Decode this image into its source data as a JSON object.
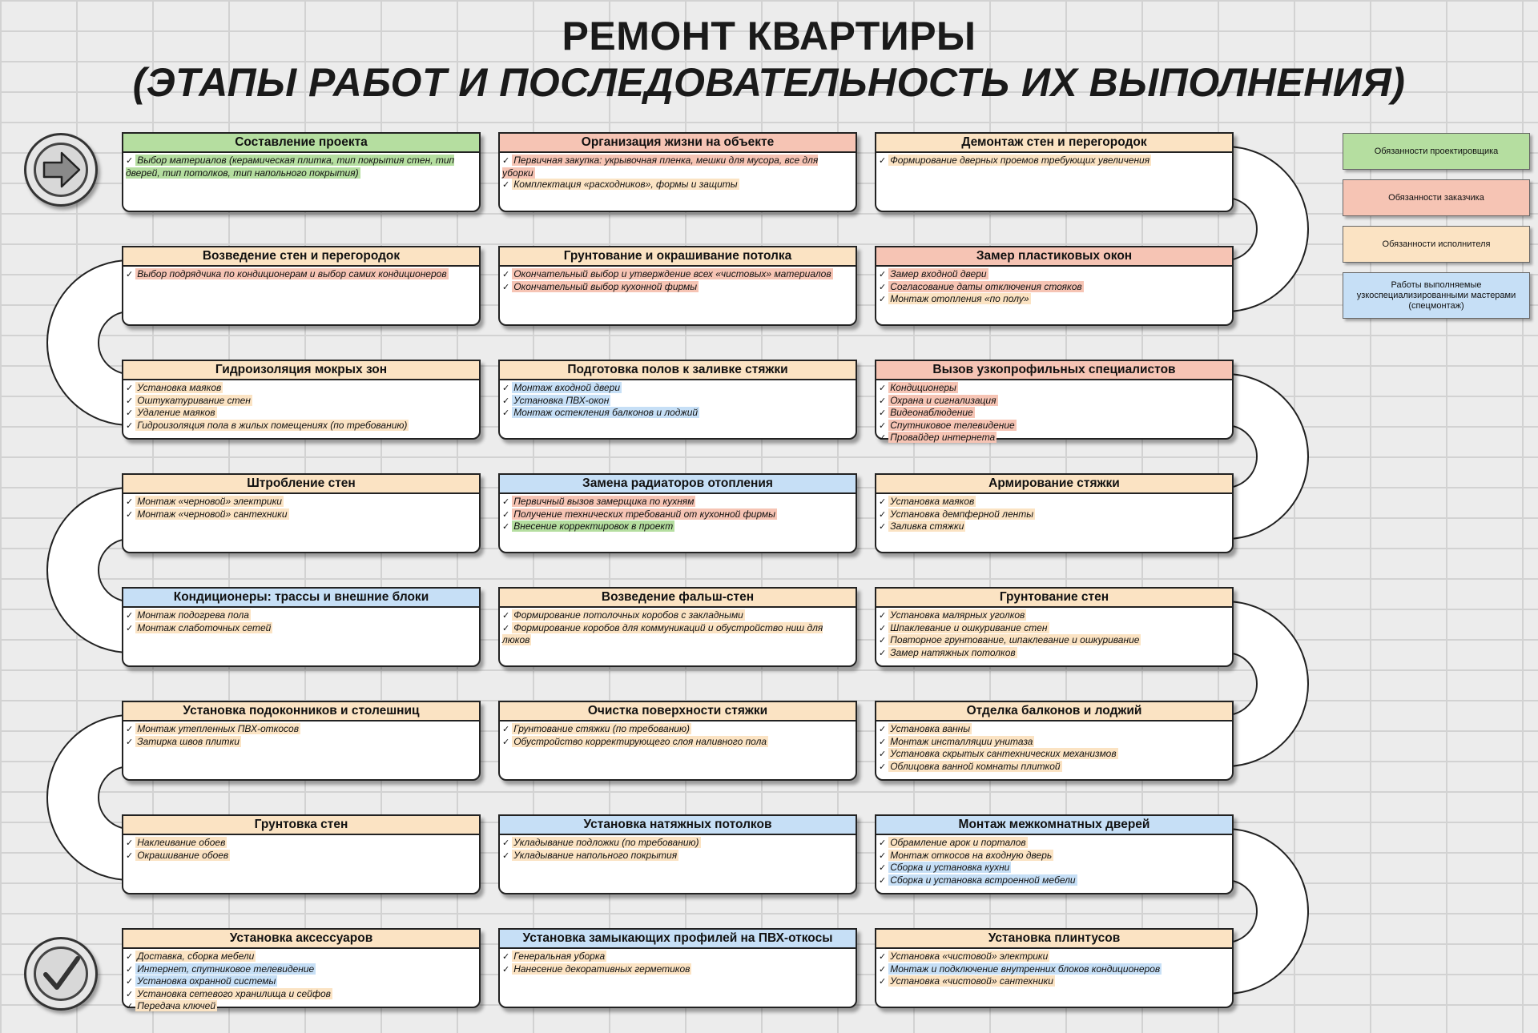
{
  "title": {
    "line1": "РЕМОНТ КВАРТИРЫ",
    "line2": "(ЭТАПЫ РАБОТ И ПОСЛЕДОВАТЕЛЬНОСТЬ ИХ ВЫПОЛНЕНИЯ)"
  },
  "colors": {
    "designer": "#b5dea0",
    "customer": "#f6c4b4",
    "contractor": "#fbe3c3",
    "specialist": "#c6dff6"
  },
  "legend": [
    {
      "text": "Обязанности проектировщика",
      "role": "designer"
    },
    {
      "text": "Обязанности заказчика",
      "role": "customer"
    },
    {
      "text": "Обязанности исполнителя",
      "role": "contractor"
    },
    {
      "text": "Работы выполняемые узкоспециализированными мастерами (спецмонтаж)",
      "role": "specialist"
    }
  ],
  "stages": [
    {
      "title": "Составление проекта",
      "role": "designer",
      "items": [
        {
          "text": "Выбор материалов (керамическая плитка, тип покрытия стен, тип дверей, тип потолков, тип напольного покрытия)",
          "role": "designer"
        }
      ]
    },
    {
      "title": "Организация жизни на объекте",
      "role": "customer",
      "items": [
        {
          "text": "Первичная закупка: укрывочная пленка, мешки для мусора, все для уборки",
          "role": "customer"
        },
        {
          "text": "Комплектация «расходников», формы и защиты",
          "role": "contractor"
        }
      ]
    },
    {
      "title": "Демонтаж стен и перегородок",
      "role": "contractor",
      "items": [
        {
          "text": "Формирование дверных проемов требующих увеличения",
          "role": "contractor"
        }
      ]
    },
    {
      "title": "Замер пластиковых окон",
      "role": "customer",
      "items": [
        {
          "text": "Замер входной двери",
          "role": "customer"
        },
        {
          "text": "Согласование даты отключения стояков",
          "role": "customer"
        },
        {
          "text": "Монтаж отопления «по полу»",
          "role": "contractor"
        }
      ]
    },
    {
      "title": "Грунтование и окрашивание потолка",
      "role": "contractor",
      "items": [
        {
          "text": "Окончательный выбор и утверждение всех «чистовых» материалов",
          "role": "customer"
        },
        {
          "text": "Окончательный выбор кухонной фирмы",
          "role": "customer"
        }
      ]
    },
    {
      "title": "Возведение стен и перегородок",
      "role": "contractor",
      "items": [
        {
          "text": "Выбор подрядчика по кондиционерам и выбор самих кондиционеров",
          "role": "customer"
        }
      ]
    },
    {
      "title": "Гидроизоляция мокрых зон",
      "role": "contractor",
      "items": [
        {
          "text": "Установка маяков",
          "role": "contractor"
        },
        {
          "text": "Оштукатуривание стен",
          "role": "contractor"
        },
        {
          "text": "Удаление маяков",
          "role": "contractor"
        },
        {
          "text": "Гидроизоляция пола в жилых помещениях (по требованию)",
          "role": "contractor"
        }
      ]
    },
    {
      "title": "Подготовка полов к заливке стяжки",
      "role": "contractor",
      "items": [
        {
          "text": "Монтаж входной двери",
          "role": "specialist"
        },
        {
          "text": "Установка ПВХ-окон",
          "role": "specialist"
        },
        {
          "text": "Монтаж остекления балконов и лоджий",
          "role": "specialist"
        }
      ]
    },
    {
      "title": "Вызов узкопрофильных специалистов",
      "role": "customer",
      "items": [
        {
          "text": "Кондиционеры",
          "role": "customer"
        },
        {
          "text": "Охрана и сигнализация",
          "role": "customer"
        },
        {
          "text": "Видеонаблюдение",
          "role": "customer"
        },
        {
          "text": "Спутниковое телевидение",
          "role": "customer"
        },
        {
          "text": "Провайдер интернета",
          "role": "customer"
        }
      ]
    },
    {
      "title": "Армирование стяжки",
      "role": "contractor",
      "items": [
        {
          "text": "Установка маяков",
          "role": "contractor"
        },
        {
          "text": "Установка демпферной ленты",
          "role": "contractor"
        },
        {
          "text": "Заливка стяжки",
          "role": "contractor"
        }
      ]
    },
    {
      "title": "Замена радиаторов отопления",
      "role": "specialist",
      "items": [
        {
          "text": "Первичный вызов замерщика по кухням",
          "role": "customer"
        },
        {
          "text": "Получение технических требований от кухонной фирмы",
          "role": "customer"
        },
        {
          "text": "Внесение корректировок в проект",
          "role": "designer"
        }
      ]
    },
    {
      "title": "Штробление стен",
      "role": "contractor",
      "items": [
        {
          "text": "Монтаж «черновой» электрики",
          "role": "contractor"
        },
        {
          "text": "Монтаж «черновой» сантехники",
          "role": "contractor"
        }
      ]
    },
    {
      "title": "Кондиционеры: трассы и внешние блоки",
      "role": "specialist",
      "items": [
        {
          "text": "Монтаж подогрева пола",
          "role": "contractor"
        },
        {
          "text": "Монтаж слаботочных сетей",
          "role": "contractor"
        }
      ]
    },
    {
      "title": "Возведение фальш-стен",
      "role": "contractor",
      "items": [
        {
          "text": "Формирование потолочных коробов с закладными",
          "role": "contractor"
        },
        {
          "text": "Формирование коробов для коммуникаций и обустройство ниш для люков",
          "role": "contractor"
        }
      ]
    },
    {
      "title": "Грунтование стен",
      "role": "contractor",
      "items": [
        {
          "text": "Установка малярных уголков",
          "role": "contractor"
        },
        {
          "text": "Шпаклевание и ошкуривание стен",
          "role": "contractor"
        },
        {
          "text": "Повторное грунтование, шпаклевание и ошкуривание",
          "role": "contractor"
        },
        {
          "text": "Замер натяжных потолков",
          "role": "contractor"
        }
      ]
    },
    {
      "title": "Отделка балконов и лоджий",
      "role": "contractor",
      "items": [
        {
          "text": "Установка ванны",
          "role": "contractor"
        },
        {
          "text": "Монтаж инсталляции унитаза",
          "role": "contractor"
        },
        {
          "text": "Установка скрытых сантехнических механизмов",
          "role": "contractor"
        },
        {
          "text": "Облицовка ванной комнаты плиткой",
          "role": "contractor"
        }
      ]
    },
    {
      "title": "Очистка поверхности стяжки",
      "role": "contractor",
      "items": [
        {
          "text": "Грунтование стяжки (по требованию)",
          "role": "contractor"
        },
        {
          "text": "Обустройство корректирующего слоя наливного пола",
          "role": "contractor"
        }
      ]
    },
    {
      "title": "Установка подоконников и столешниц",
      "role": "contractor",
      "items": [
        {
          "text": "Монтаж утепленных ПВХ-откосов",
          "role": "contractor"
        },
        {
          "text": "Затирка швов плитки",
          "role": "contractor"
        }
      ]
    },
    {
      "title": "Грунтовка стен",
      "role": "contractor",
      "items": [
        {
          "text": "Наклеивание обоев",
          "role": "contractor"
        },
        {
          "text": "Окрашивание обоев",
          "role": "contractor"
        }
      ]
    },
    {
      "title": "Установка натяжных потолков",
      "role": "specialist",
      "items": [
        {
          "text": "Укладывание подложки (по требованию)",
          "role": "contractor"
        },
        {
          "text": "Укладывание напольного покрытия",
          "role": "contractor"
        }
      ]
    },
    {
      "title": "Монтаж межкомнатных дверей",
      "role": "specialist",
      "items": [
        {
          "text": "Обрамление арок и порталов",
          "role": "contractor"
        },
        {
          "text": "Монтаж откосов на входную дверь",
          "role": "contractor"
        },
        {
          "text": "Сборка и установка кухни",
          "role": "specialist"
        },
        {
          "text": "Сборка и установка встроенной мебели",
          "role": "specialist"
        }
      ]
    },
    {
      "title": "Установка плинтусов",
      "role": "contractor",
      "items": [
        {
          "text": "Установка «чистовой» электрики",
          "role": "contractor"
        },
        {
          "text": "Монтаж и подключение внутренних блоков кондиционеров",
          "role": "specialist"
        },
        {
          "text": "Установка «чистовой» сантехники",
          "role": "contractor"
        }
      ]
    },
    {
      "title": "Установка замыкающих профилей на ПВХ-откосы",
      "role": "specialist",
      "items": [
        {
          "text": "Генеральная уборка",
          "role": "contractor"
        },
        {
          "text": "Нанесение декоративных герметиков",
          "role": "contractor"
        }
      ]
    },
    {
      "title": "Установка аксессуаров",
      "role": "contractor",
      "items": [
        {
          "text": "Доставка, сборка мебели",
          "role": "contractor"
        },
        {
          "text": "Интернет, спутниковое телевидение",
          "role": "specialist"
        },
        {
          "text": "Установка охранной системы",
          "role": "specialist"
        },
        {
          "text": "Установка сетевого хранилища и сейфов",
          "role": "contractor"
        },
        {
          "text": "Передача ключей",
          "role": "contractor"
        }
      ]
    }
  ],
  "badges": {
    "start_icon": "arrow-right-icon",
    "finish_icon": "checkmark-icon"
  }
}
